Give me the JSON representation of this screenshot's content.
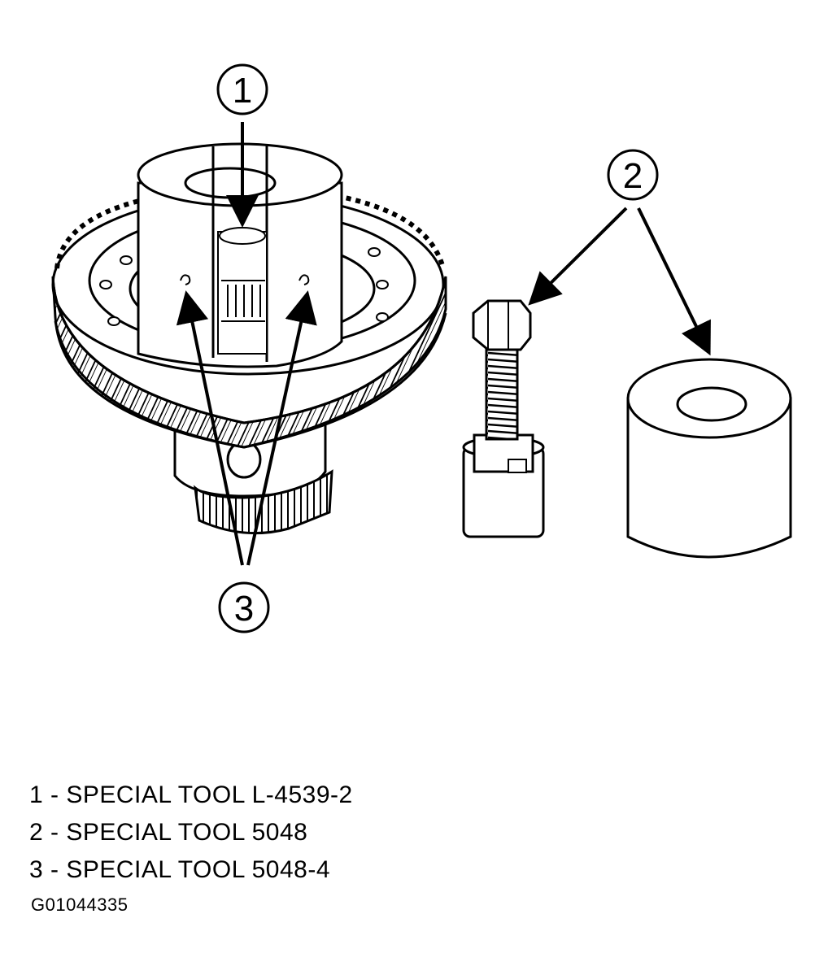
{
  "callouts": [
    {
      "id": "1",
      "label": "1"
    },
    {
      "id": "2",
      "label": "2"
    },
    {
      "id": "3",
      "label": "3"
    }
  ],
  "legend": [
    {
      "number": "1",
      "text": "1 - SPECIAL TOOL L-4539-2"
    },
    {
      "number": "2",
      "text": "2 - SPECIAL TOOL 5048"
    },
    {
      "number": "3",
      "text": "3 - SPECIAL TOOL 5048-4"
    }
  ],
  "figure_id": "G01044335",
  "colors": {
    "ink": "#000000",
    "paper": "#ffffff"
  }
}
